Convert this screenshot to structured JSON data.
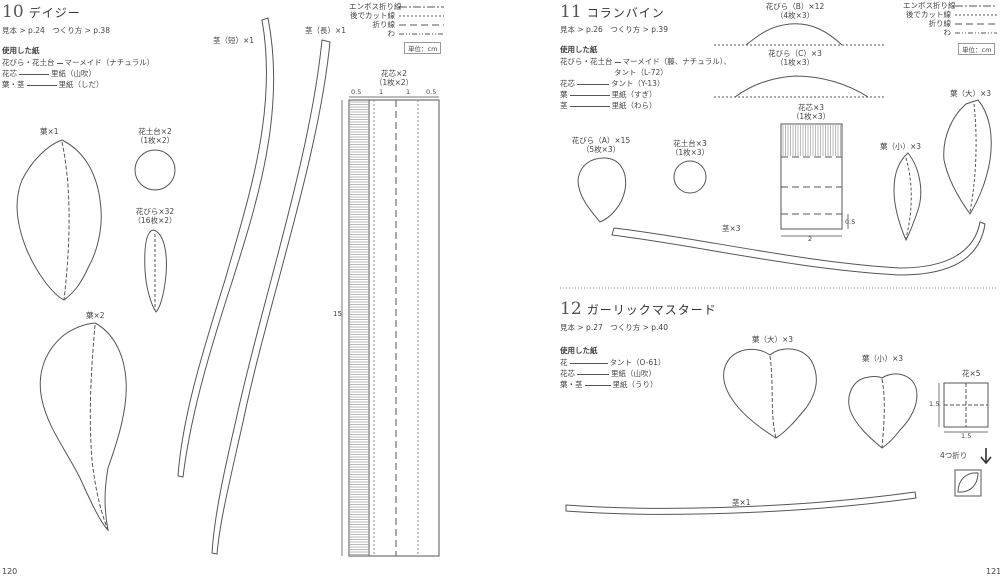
{
  "left": {
    "title": {
      "num": "10",
      "name": "デイジー"
    },
    "refs": "見本 > p.24　つくり方 > p.38",
    "legend": {
      "emboss": "エンボス折り線",
      "cut": "後でカット線",
      "fold": "折り線",
      "ring": "わ"
    },
    "unit": "単位：cm",
    "papers_heading": "使用した紙",
    "papers": [
      {
        "part": "花びら・花土台",
        "paper": "マーメイド（ナチュラル）"
      },
      {
        "part": "花芯",
        "paper": "里紙（山吹）"
      },
      {
        "part": "葉・茎",
        "paper": "里紙（しだ）"
      }
    ],
    "labels": {
      "leaf1": "葉×1",
      "base": "花土台×2",
      "base_sub": "（1枚×2）",
      "petal": "花びら×32",
      "petal_sub": "（16枚×2）",
      "leaf2": "葉×2",
      "stem_short": "茎（短）×1",
      "stem_long": "茎（長）×1",
      "core": "花芯×2",
      "core_sub": "（1枚×2）"
    },
    "core_dims": {
      "side": "0.5",
      "mid": "1",
      "height": "15"
    },
    "page_number": "120"
  },
  "right": {
    "title11": {
      "num": "11",
      "name": "コランバイン"
    },
    "refs11": "見本 > p.26　つくり方 > p.39",
    "legend": {
      "emboss": "エンボス折り線",
      "cut": "後でカット線",
      "fold": "折り線",
      "ring": "わ"
    },
    "unit": "単位：cm",
    "papers_heading": "使用した紙",
    "papers11": [
      {
        "part": "花びら・花土台",
        "paper": "マーメイド（藤、ナチュラル）、"
      },
      {
        "part": "",
        "paper": "タント（L-72）"
      },
      {
        "part": "花芯",
        "paper": "タント（Y-13）"
      },
      {
        "part": "葉",
        "paper": "里紙（すぎ）"
      },
      {
        "part": "茎",
        "paper": "里紙（わら）"
      }
    ],
    "labels11": {
      "petalB": "花びら（B）×12",
      "petalB_sub": "（4枚×3）",
      "petalC": "花びら（C）×3",
      "petalC_sub": "（1枚×3）",
      "core": "花芯×3",
      "core_sub": "（1枚×3）",
      "core_h": "0.5",
      "core_w": "2",
      "petalA": "花びら（A）×15",
      "petalA_sub": "（5枚×3）",
      "base": "花土台×3",
      "base_sub": "（1枚×3）",
      "leaf_small": "葉（小）×3",
      "leaf_large": "葉（大）×3",
      "stem": "茎×3"
    },
    "title12": {
      "num": "12",
      "name": "ガーリックマスタード"
    },
    "refs12": "見本 > p.27　つくり方 > p.40",
    "papers12": [
      {
        "part": "花",
        "paper": "タント（O-61）"
      },
      {
        "part": "花芯",
        "paper": "里紙（山吹）"
      },
      {
        "part": "葉・茎",
        "paper": "里紙（うり）"
      }
    ],
    "labels12": {
      "leaf_large": "葉（大）×3",
      "leaf_small": "葉（小）×3",
      "flower": "花×5",
      "dim": "1.5",
      "fold4": "4つ折り",
      "stem": "茎×1"
    },
    "page_number": "121"
  }
}
